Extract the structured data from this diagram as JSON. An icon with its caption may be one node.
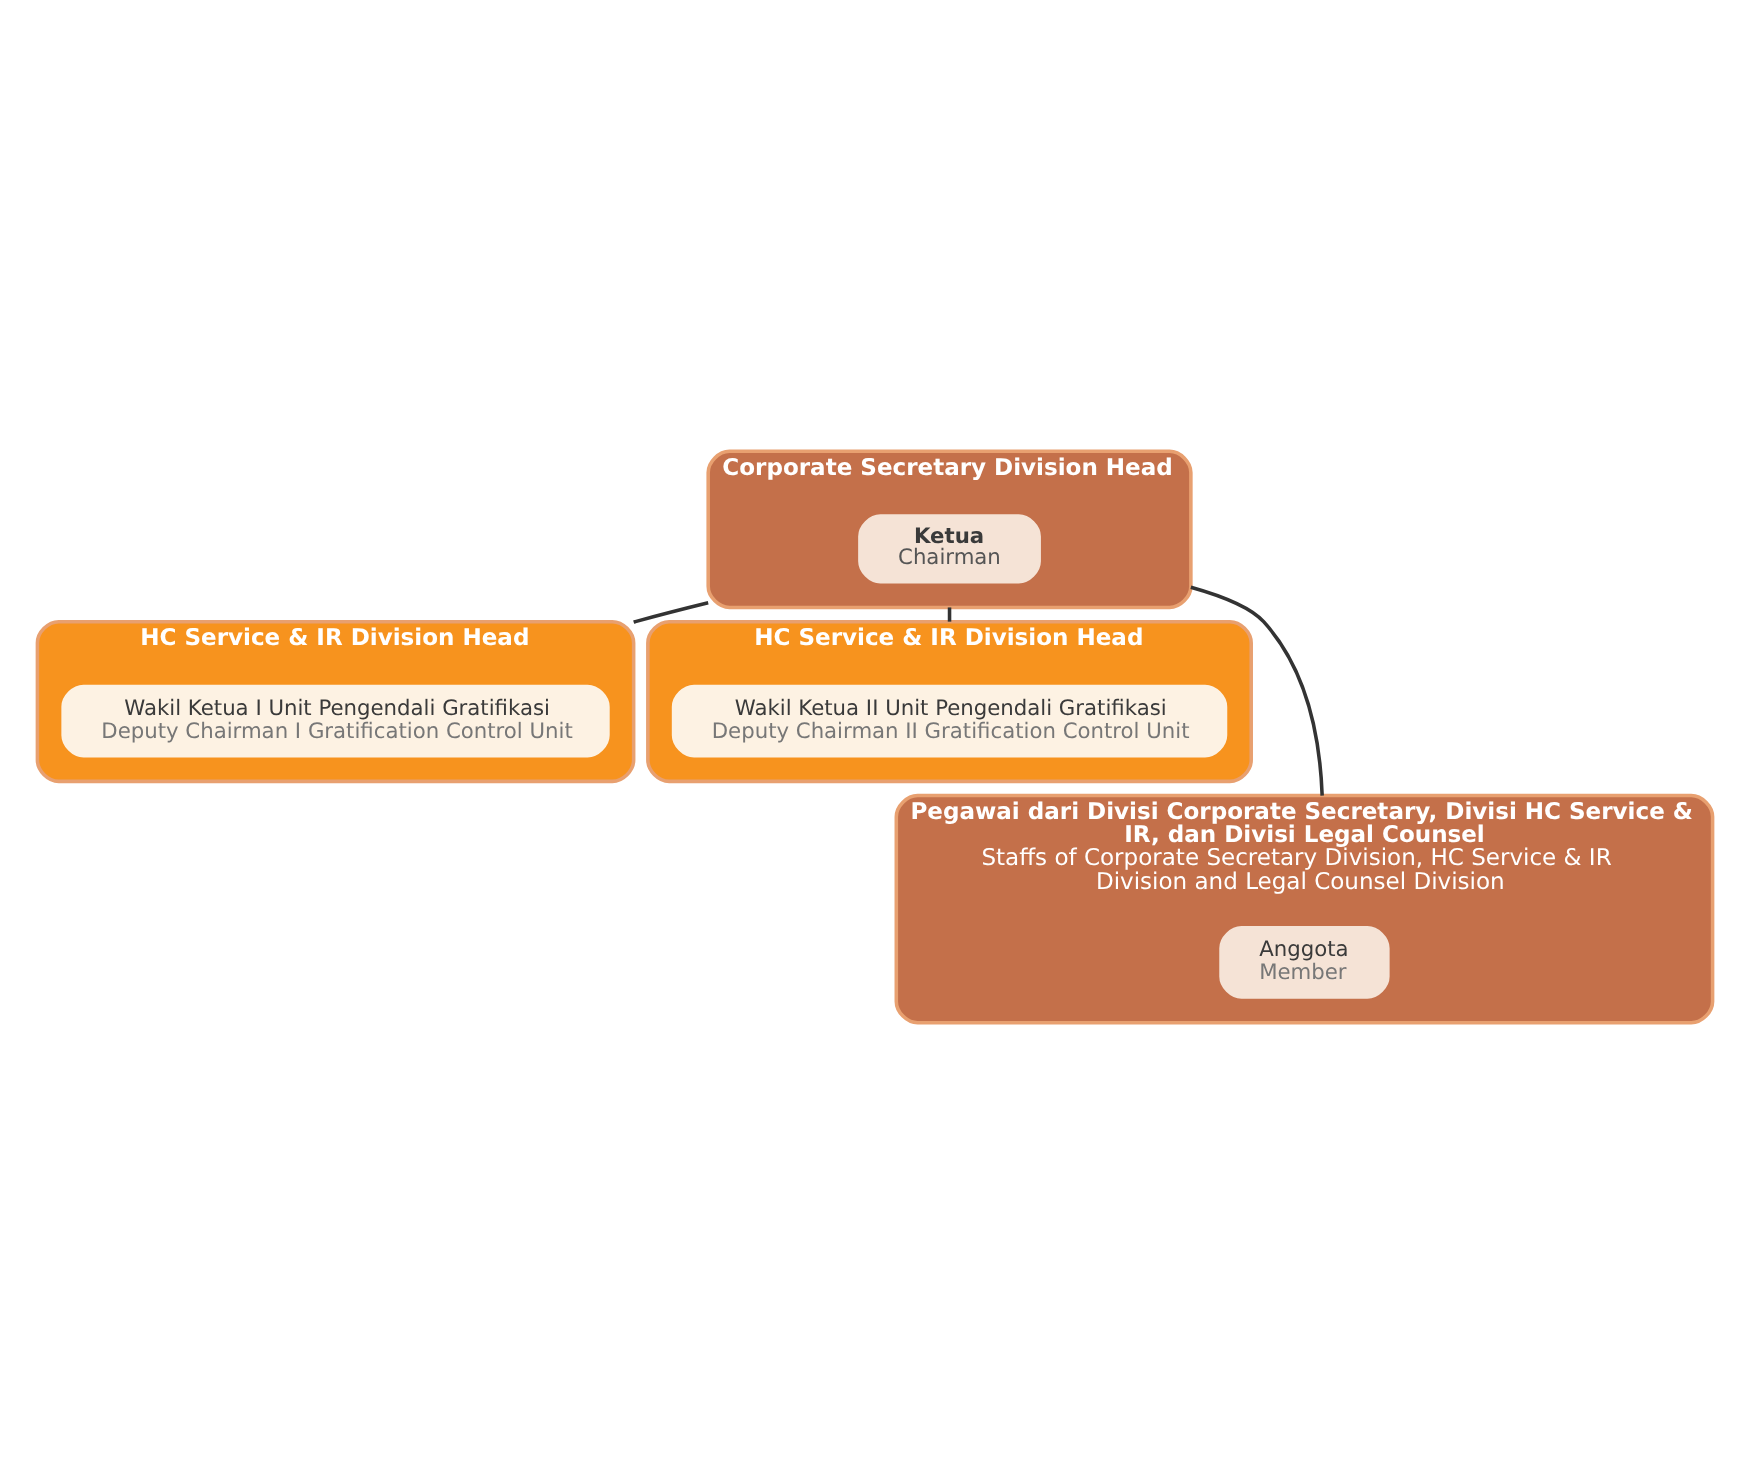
{
  "diagram": {
    "nodes": [
      {
        "text": [
          "Corporate Secretary Division Head"
        ]
      },
      {
        "text": [
          "Ketua",
          "Chairman"
        ],
        "in": 0
      },
      {
        "text": [
          "HC Service & IR Division Head"
        ]
      },
      {
        "text": [
          "Wakil Ketua I Unit Pengendali Gratifikasi",
          "Deputy Chairman I Gratification Control Unit"
        ],
        "in": 2
      },
      {
        "text": [
          "HC Service & IR Division Head"
        ]
      },
      {
        "text": [
          "Wakil Ketua II Unit Pengendali Gratifikasi",
          "Deputy Chairman II Gratification Control Unit"
        ],
        "in": 4
      },
      {
        "text": [
          "Pegawai dari Divisi Corporate Secretary, Divisi HC Service & IR, dan Divisi Legal Counsel",
          "Staffs of Corporate Secretary Division, HC Service & IR Division and Legal Counsel Division"
        ]
      },
      {
        "text": [
          "Anggota",
          "Member"
        ],
        "in": 6
      }
    ],
    "edges": [
      {
        "from": 0,
        "to": 2,
        "arrow": "none"
      },
      {
        "from": 0,
        "to": 4,
        "arrow": "none"
      },
      {
        "from": 0,
        "to": 6,
        "arrow": "none"
      }
    ]
  }
}
